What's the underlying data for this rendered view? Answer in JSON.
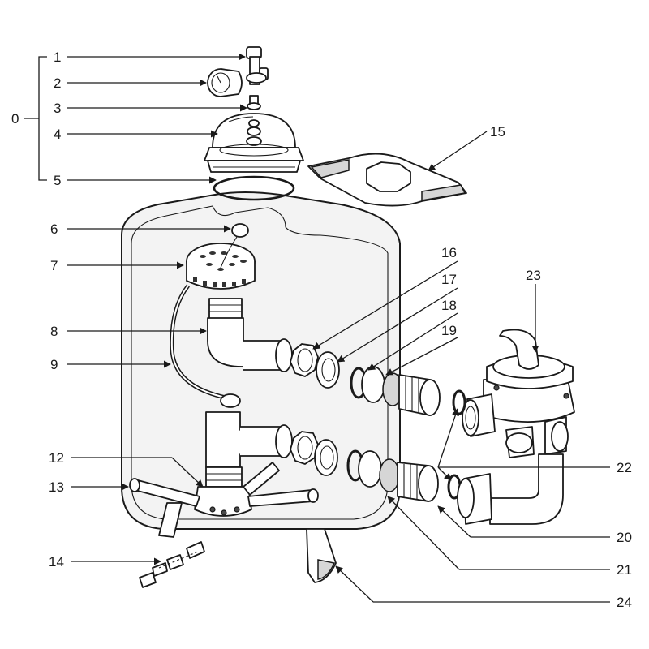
{
  "callouts": {
    "c0": "0",
    "c1": "1",
    "c2": "2",
    "c3": "3",
    "c4": "4",
    "c5": "5",
    "c6": "6",
    "c7": "7",
    "c8": "8",
    "c9": "9",
    "c12": "12",
    "c13": "13",
    "c14": "14",
    "c15": "15",
    "c16": "16",
    "c17": "17",
    "c18": "18",
    "c19": "19",
    "c20": "20",
    "c21": "21",
    "c22": "22",
    "c23": "23",
    "c24": "24"
  }
}
